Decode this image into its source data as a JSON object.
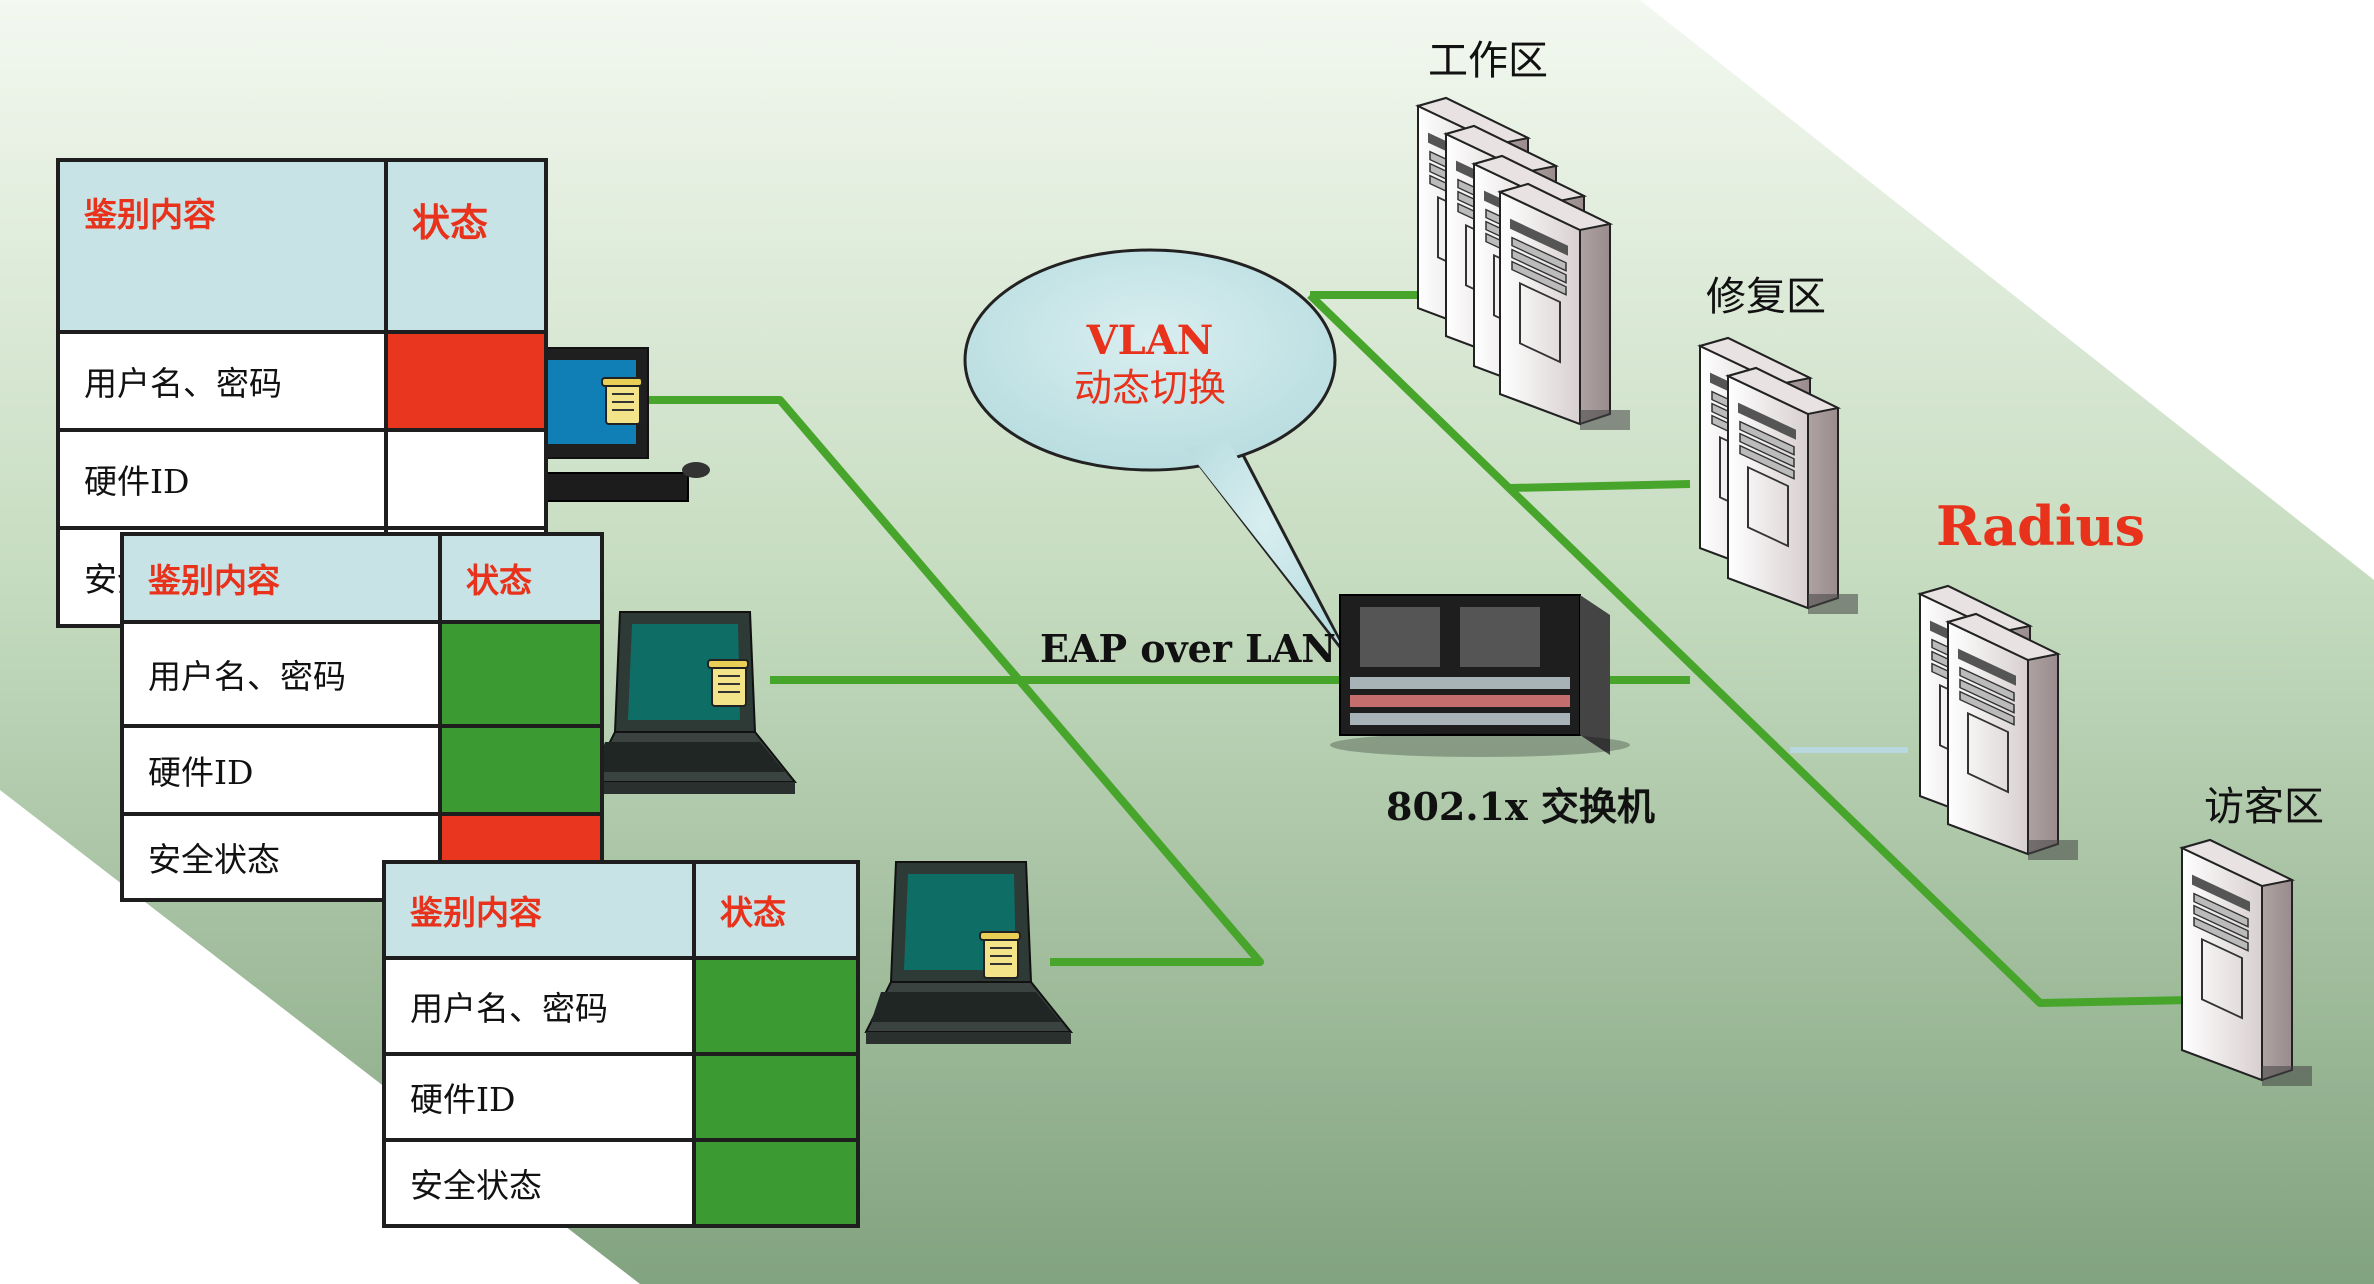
{
  "colors": {
    "link": "#47a52c",
    "header_bg": "#c7e3e6",
    "header_text": "#e8321c",
    "status_ok": "#3b9a31",
    "status_fail": "#e8371e",
    "background_gradient": [
      "#eef6ea",
      "#86a783"
    ]
  },
  "bubble": {
    "line1": "VLAN",
    "line2": "动态切换"
  },
  "labels": {
    "eap": "EAP over LAN",
    "switch": "802.1x 交换机",
    "work_zone": "工作区",
    "repair_zone": "修复区",
    "radius": "Radius",
    "guest_zone": "访客区"
  },
  "icons": {
    "desktop": "desktop-computer-icon",
    "laptop": "laptop-icon",
    "agent": "security-agent-icon",
    "switch": "network-switch-icon",
    "server": "tower-server-icon"
  },
  "tables": [
    {
      "header": [
        "鉴别内容",
        "状态"
      ],
      "rows": [
        {
          "label": "用户名、密码",
          "status": "fail"
        },
        {
          "label": "硬件ID",
          "status": "none"
        },
        {
          "label": "安全状态",
          "status": "none"
        }
      ]
    },
    {
      "header": [
        "鉴别内容",
        "状态"
      ],
      "rows": [
        {
          "label": "用户名、密码",
          "status": "ok"
        },
        {
          "label": "硬件ID",
          "status": "ok"
        },
        {
          "label": "安全状态",
          "status": "fail"
        }
      ]
    },
    {
      "header": [
        "鉴别内容",
        "状态"
      ],
      "rows": [
        {
          "label": "用户名、密码",
          "status": "ok"
        },
        {
          "label": "硬件ID",
          "status": "ok"
        },
        {
          "label": "安全状态",
          "status": "ok"
        }
      ]
    }
  ]
}
